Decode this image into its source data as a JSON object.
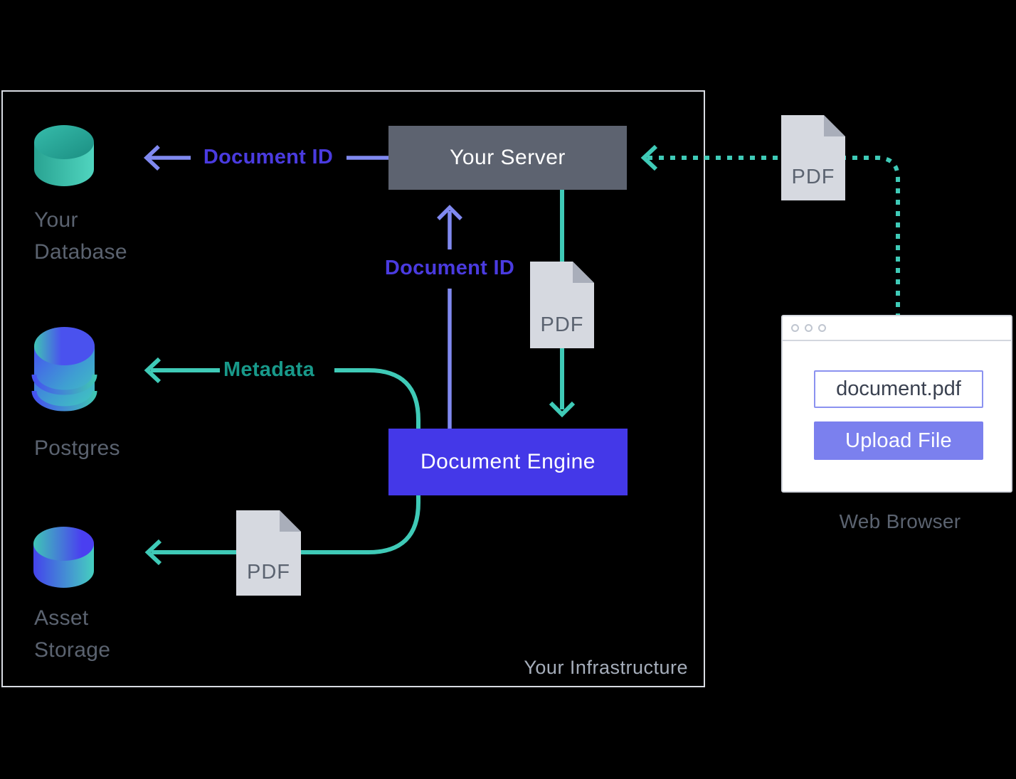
{
  "infrastructure": {
    "label": "Your Infrastructure",
    "nodes": {
      "your_database": {
        "label_lines": [
          "Your",
          "Database"
        ]
      },
      "postgres": {
        "label": "Postgres"
      },
      "asset_storage": {
        "label_lines": [
          "Asset",
          "Storage"
        ]
      },
      "your_server": {
        "label": "Your Server"
      },
      "document_engine": {
        "label": "Document Engine"
      }
    },
    "edges": {
      "server_to_database": {
        "label": "Document ID"
      },
      "engine_to_server": {
        "label": "Document ID"
      },
      "engine_to_postgres": {
        "label": "Metadata"
      },
      "server_to_engine": {
        "file_badge": "PDF"
      },
      "engine_to_asset_storage": {
        "file_badge": "PDF"
      }
    }
  },
  "external": {
    "pdf_file": {
      "badge": "PDF"
    },
    "web_browser": {
      "caption": "Web Browser",
      "filename_field": "document.pdf",
      "upload_button": "Upload File"
    }
  },
  "colors": {
    "background": "#000000",
    "teal_line": "#3fcab7",
    "teal_label": "#18998a",
    "purple_line": "#8089f0",
    "indigo_label": "#4a3be0",
    "server_box": "#5d6370",
    "engine_box": "#4438e8",
    "upload_button": "#7b80ee",
    "input_border": "#8b92f0",
    "node_label": "#5b6370",
    "infrastructure_label": "#a6aebb",
    "infrastructure_border": "#d9dce3",
    "pdf_icon_body": "#d6d9e0",
    "pdf_icon_fold": "#a9aeba"
  }
}
